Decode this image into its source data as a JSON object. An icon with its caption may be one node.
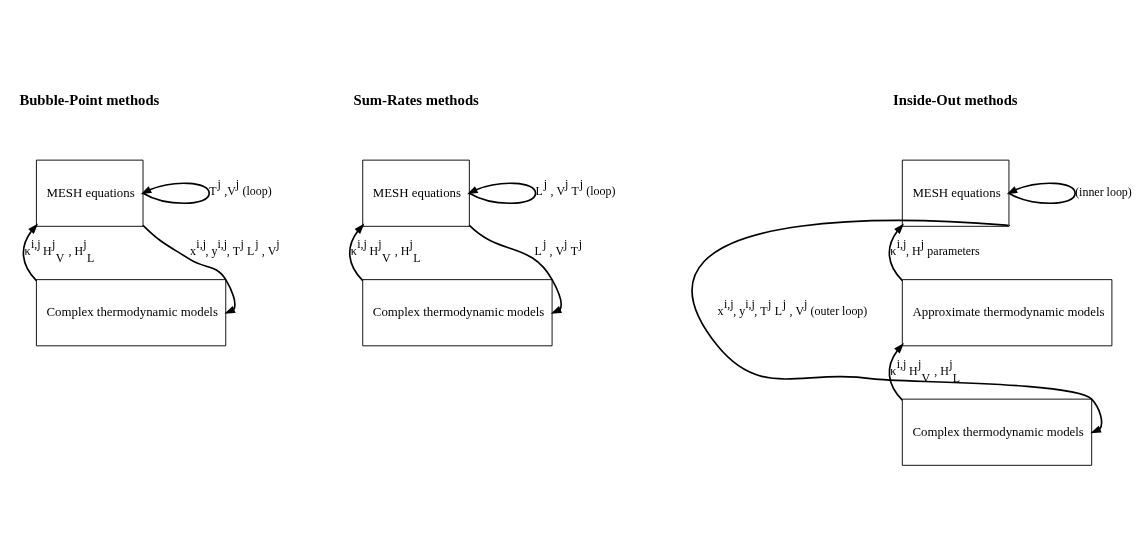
{
  "diagram": {
    "nodes": [
      {
        "text": [
          "MESH equations"
        ]
      },
      {
        "text": [
          "Complex thermodynamic models"
        ]
      },
      {
        "text": [
          "MESH equations"
        ]
      },
      {
        "text": [
          "Complex thermodynamic models"
        ]
      },
      {
        "text": [
          "MESH equations"
        ]
      },
      {
        "text": [
          "Approximate thermodynamic models"
        ]
      },
      {
        "text": [
          "Complex thermodynamic models"
        ]
      }
    ],
    "edges": [
      {
        "from": 0,
        "to": 0,
        "arrow": "to",
        "label": "T$^{j}$ ,V$^{j}$ (loop)"
      },
      {
        "from": 1,
        "to": 0,
        "arrow": "to",
        "label": "κ$^{i,j}$ H$^{j}$$_{V}$ , H$^{j}$$_{L}$"
      },
      {
        "from": 0,
        "to": 1,
        "arrow": "to",
        "label": "x$^{i,j}$, y$^{i,j}$, T$^{j}$ L$^{j}$ , V$^{j}$"
      },
      {
        "from": 2,
        "to": 2,
        "arrow": "to",
        "label": "L$^{j}$ , V$^{j}$ T$^{j}$ (loop)"
      },
      {
        "from": 3,
        "to": 2,
        "arrow": "to",
        "label": "κ$^{i,j}$ H$^{j}$$_{V}$ , H$^{j}$$_{L}$"
      },
      {
        "from": 2,
        "to": 3,
        "arrow": "to",
        "label": "L$^{j}$ , V$^{j}$ T$^{j}$"
      },
      {
        "from": 4,
        "to": 4,
        "arrow": "to",
        "label": "(inner loop)"
      },
      {
        "from": 5,
        "to": 4,
        "arrow": "to",
        "label": "κ$^{i,j}$, H$^{j}$ parameters"
      },
      {
        "from": 6,
        "to": 5,
        "arrow": "to",
        "label": "κ$^{i,j}$ H$^{j}$$_{V}$ , H$^{j}$$_{L}$"
      },
      {
        "from": 4,
        "to": 6,
        "arrow": "to",
        "label": "x$^{i,j}$, y$^{i,j}$, T$^{j}$ L$^{j}$ , V$^{j}$ (outer loop)"
      }
    ],
    "labels": [
      "Bubble-Point methods",
      "Sum-Rates methods",
      "Inside-Out methods"
    ]
  }
}
